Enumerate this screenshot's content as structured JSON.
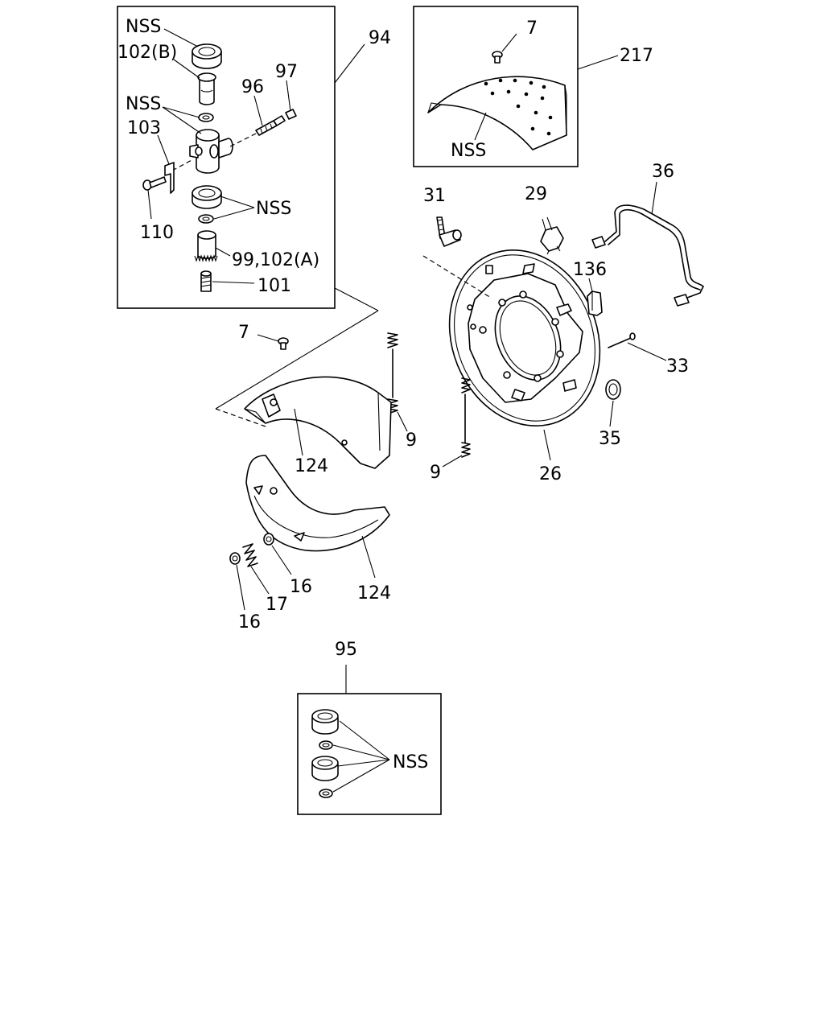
{
  "labels": {
    "nss_cyl_top": "NSS",
    "p102b": "102(B)",
    "p94": "94",
    "p97": "97",
    "p96": "96",
    "nss_cyl_mid": "NSS",
    "p103": "103",
    "nss_cyl_low": "NSS",
    "p110": "110",
    "p99_102a": "99,102(A)",
    "p101": "101",
    "p7_top": "7",
    "p217": "217",
    "nss_lining": "NSS",
    "p31": "31",
    "p29": "29",
    "p36": "36",
    "p136": "136",
    "p7_mid": "7",
    "p33": "33",
    "p35": "35",
    "p26": "26",
    "p9_right": "9",
    "p9_left": "9",
    "p124_top": "124",
    "p124_bot": "124",
    "p16_right": "16",
    "p17": "17",
    "p16_left": "16",
    "p95": "95",
    "nss_kit": "NSS"
  }
}
